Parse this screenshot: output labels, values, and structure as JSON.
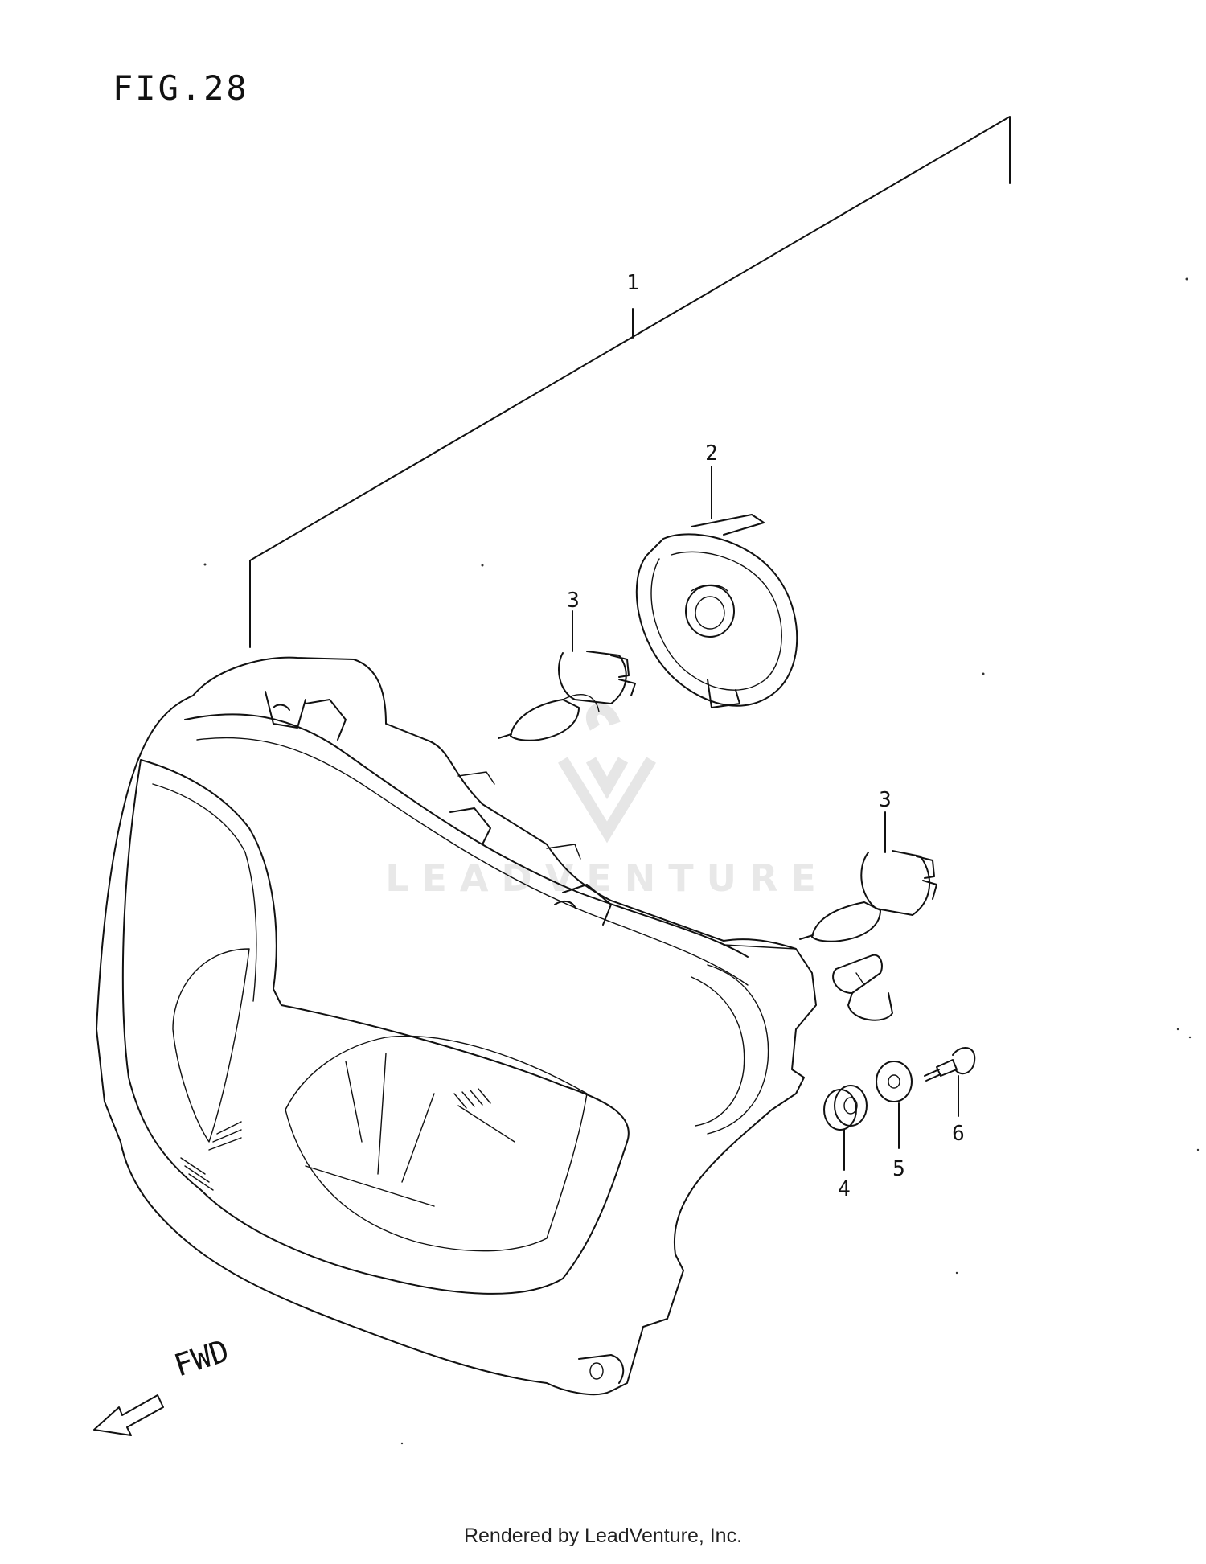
{
  "figure": {
    "title": "FIG.28"
  },
  "callouts": [
    {
      "id": "1",
      "label": "1"
    },
    {
      "id": "2",
      "label": "2"
    },
    {
      "id": "3a",
      "label": "3"
    },
    {
      "id": "3b",
      "label": "3"
    },
    {
      "id": "4",
      "label": "4"
    },
    {
      "id": "5",
      "label": "5"
    },
    {
      "id": "6",
      "label": "6"
    }
  ],
  "direction": {
    "label": "FWD"
  },
  "watermark": {
    "text": "LEADVENTURE"
  },
  "footer": {
    "credit": "Rendered by LeadVenture, Inc."
  }
}
